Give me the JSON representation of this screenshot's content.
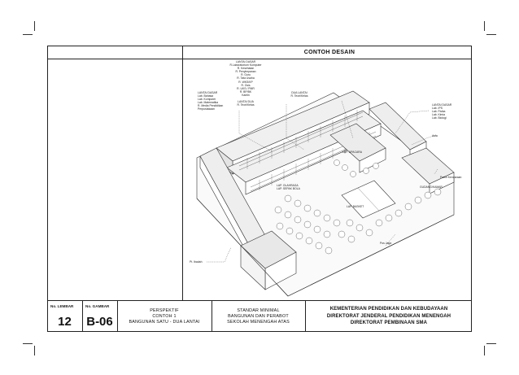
{
  "header": {
    "title": "CONTOH DESAIN"
  },
  "drawing_labels": {
    "upper_center": "LANTAI DASAR\nR.Laboratorium Komputer\nR. Kesehatan\nR. Penyimpanan\nR. Guru\nR. Tata Usaha\nR. WKS/KP\nR. Osis\nR. UKS / PMR\nR. BP/BK\nKantin\n\nLANTAI DUA\nR. Teori/Kelas",
    "upper_left": "LANTAI DASAR\nLab. Bahasa\nLab. Komputer\nLab. Matematika\nR. Media Pendidikan\nPerpustakaan",
    "dua_lantai": "DUA LANTAI\nR. Teori/Kelas",
    "right_list": "LANTAI DASAR\nLab. IPS\nLab. Fisika\nLab. Kimia\nLab. Biologi",
    "aula": "Aula",
    "lap_upacara": "LAP. UPACARA",
    "lap_sepak_bola": "LAP. OLAHRAGA\nLAP. SEPAK BOLA",
    "lap_basket": "LAP. BASKET",
    "parkir": "Parkir Kendaraan",
    "tempat_ibadah": "Pos Jaga",
    "pos_jaga": "Pt. Ibadah",
    "gudang": "GUDANG/KAMAR"
  },
  "title_block": {
    "lembar_label": "No. LEMBAR",
    "lembar_value": "12",
    "gambar_label": "No. GAMBAR",
    "gambar_value": "B-06",
    "desc_lines": [
      "PERSPEKTIF",
      "CONTOH 1",
      "BANGUNAN SATU - DUA LANTAI"
    ],
    "standard_lines": [
      "STANDAR MINIMAL",
      "BANGUNAN DAN PERABOT",
      "SEKOLAH MENENGAH ATAS"
    ],
    "ministry_lines": [
      "KEMENTERIAN PENDIDIKAN DAN KEBUDAYAAN",
      "DIREKTORAT JENDERAL PENDIDIKAN MENENGAH",
      "DIREKTORAT PEMBINAAN SMA"
    ]
  }
}
